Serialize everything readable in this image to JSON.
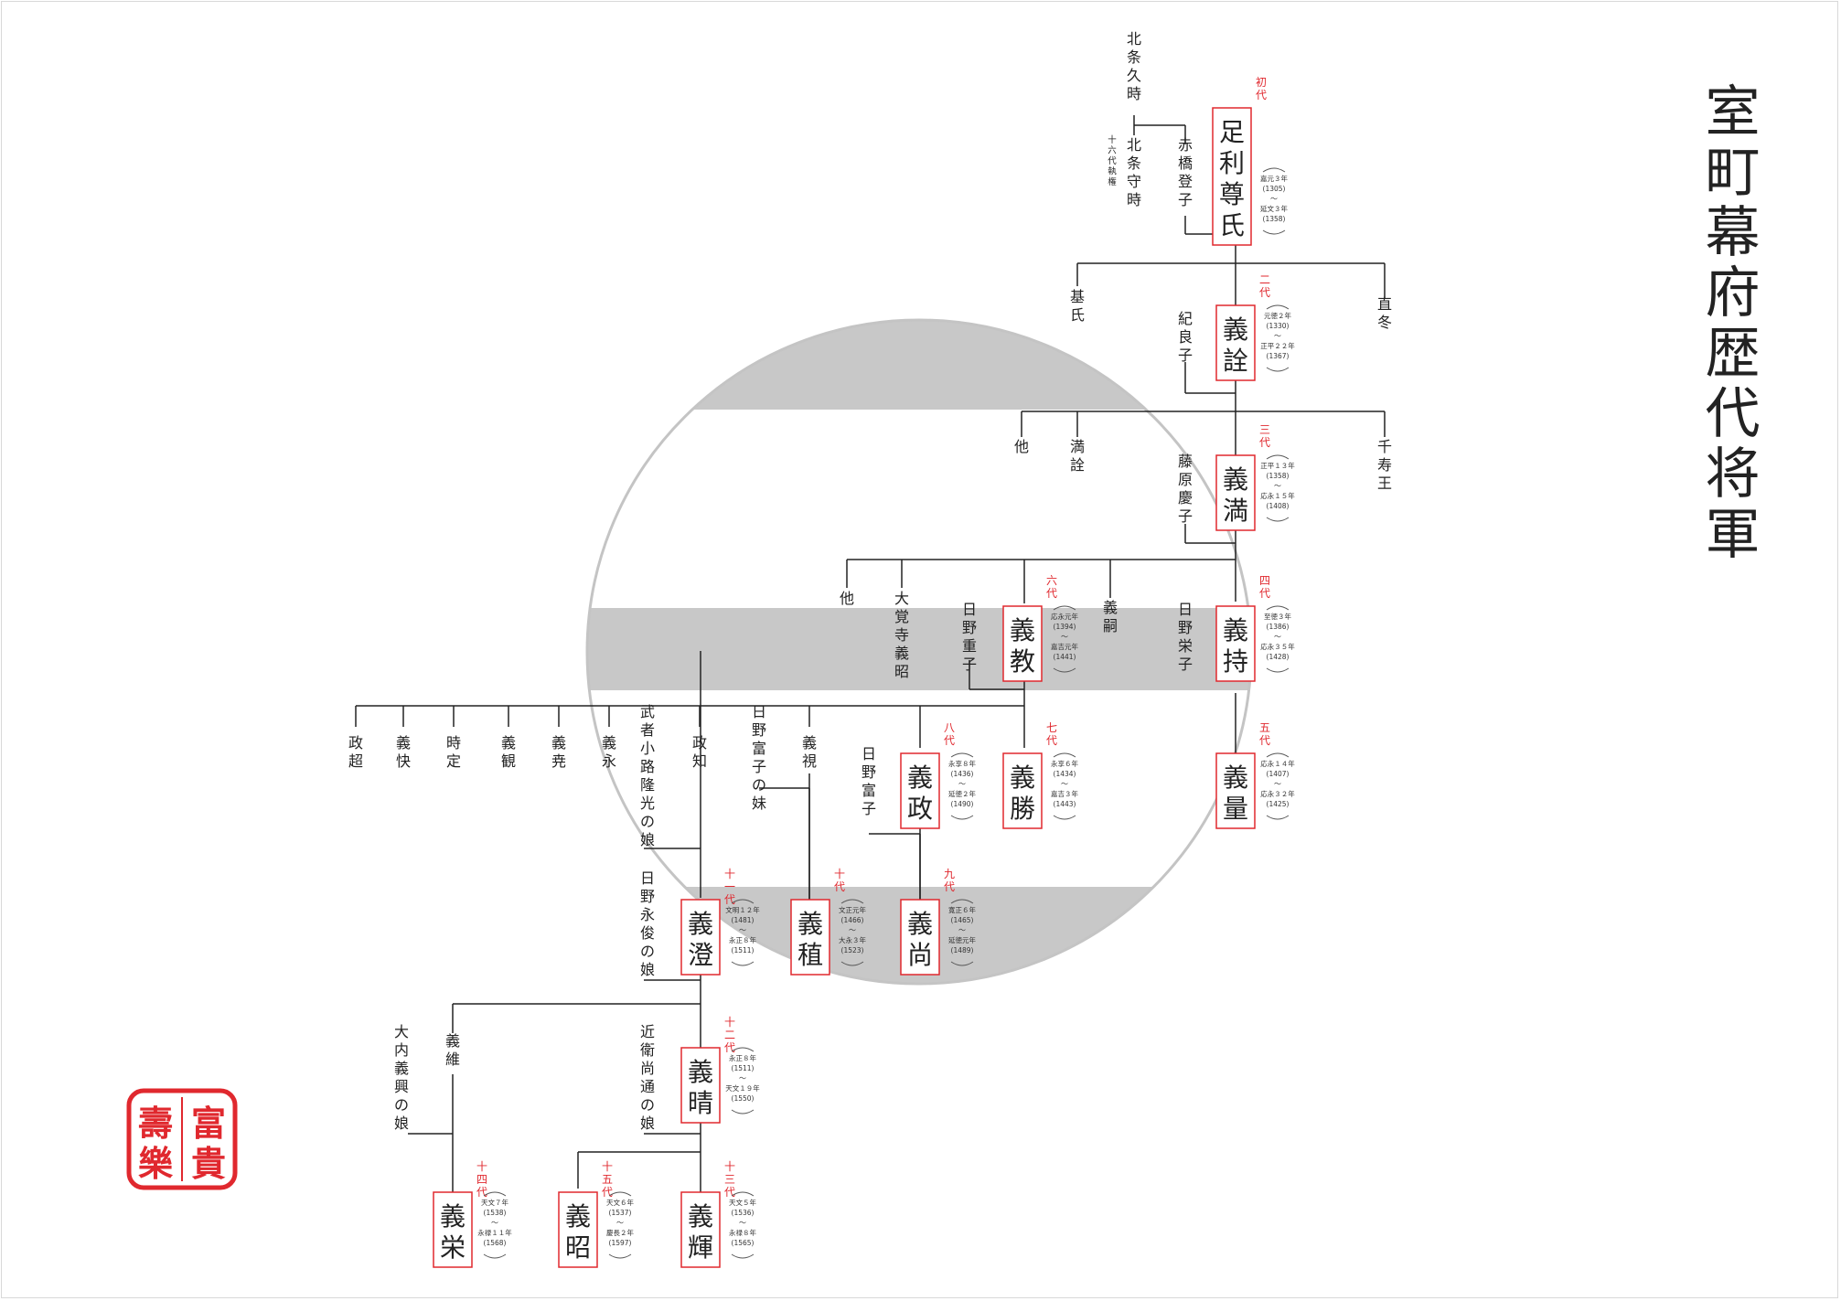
{
  "title": "室町幕府歴代将軍",
  "colors": {
    "line": "#222222",
    "accent": "#e0282e",
    "band": "#c8c8c8",
    "ring": "#c4c4c4",
    "text": "#222222"
  },
  "seal": {
    "chars": [
      "富",
      "貴",
      "樂",
      "壽"
    ],
    "icon": "seal-stamp-icon"
  },
  "shoguns": [
    {
      "id": "s1",
      "name": "足利尊氏",
      "gen": "初代",
      "from": "嘉元３年",
      "from_y": "(1305)",
      "to": "延文３年",
      "to_y": "(1358)"
    },
    {
      "id": "s2",
      "name": "義詮",
      "gen": "二代",
      "from": "元徳２年",
      "from_y": "(1330)",
      "to": "正平２２年",
      "to_y": "(1367)"
    },
    {
      "id": "s3",
      "name": "義満",
      "gen": "三代",
      "from": "正平１３年",
      "from_y": "(1358)",
      "to": "応永１５年",
      "to_y": "(1408)"
    },
    {
      "id": "s4",
      "name": "義持",
      "gen": "四代",
      "from": "至徳３年",
      "from_y": "(1386)",
      "to": "応永３５年",
      "to_y": "(1428)"
    },
    {
      "id": "s5",
      "name": "義量",
      "gen": "五代",
      "from": "応永１４年",
      "from_y": "(1407)",
      "to": "応永３２年",
      "to_y": "(1425)"
    },
    {
      "id": "s6",
      "name": "義教",
      "gen": "六代",
      "from": "応永元年",
      "from_y": "(1394)",
      "to": "嘉吉元年",
      "to_y": "(1441)"
    },
    {
      "id": "s7",
      "name": "義勝",
      "gen": "七代",
      "from": "永享６年",
      "from_y": "(1434)",
      "to": "嘉吉３年",
      "to_y": "(1443)"
    },
    {
      "id": "s8",
      "name": "義政",
      "gen": "八代",
      "from": "永享８年",
      "from_y": "(1436)",
      "to": "延徳２年",
      "to_y": "(1490)"
    },
    {
      "id": "s9",
      "name": "義尚",
      "gen": "九代",
      "from": "寛正６年",
      "from_y": "(1465)",
      "to": "延徳元年",
      "to_y": "(1489)"
    },
    {
      "id": "s10",
      "name": "義稙",
      "gen": "十代",
      "from": "文正元年",
      "from_y": "(1466)",
      "to": "大永３年",
      "to_y": "(1523)"
    },
    {
      "id": "s11",
      "name": "義澄",
      "gen": "十一代",
      "from": "文明１２年",
      "from_y": "(1481)",
      "to": "永正８年",
      "to_y": "(1511)"
    },
    {
      "id": "s12",
      "name": "義晴",
      "gen": "十二代",
      "from": "永正８年",
      "from_y": "(1511)",
      "to": "天文１９年",
      "to_y": "(1550)"
    },
    {
      "id": "s13",
      "name": "義輝",
      "gen": "十三代",
      "from": "天文５年",
      "from_y": "(1536)",
      "to": "永禄８年",
      "to_y": "(1565)"
    },
    {
      "id": "s14",
      "name": "義栄",
      "gen": "十四代",
      "from": "天文７年",
      "from_y": "(1538)",
      "to": "永禄１１年",
      "to_y": "(1568)"
    },
    {
      "id": "s15",
      "name": "義昭",
      "gen": "十五代",
      "from": "天文６年",
      "from_y": "(1537)",
      "to": "慶長２年",
      "to_y": "(1597)"
    }
  ],
  "persons": [
    {
      "id": "hojo-hisatoki",
      "name": "北条久時"
    },
    {
      "id": "hojo-moritoki",
      "name": "北条守時",
      "note": "十六代執権"
    },
    {
      "id": "akahashi-toshiko",
      "name": "赤橋登子"
    },
    {
      "id": "motouji",
      "name": "基氏"
    },
    {
      "id": "tadafuyu",
      "name": "直冬"
    },
    {
      "id": "kiyoshiko",
      "name": "紀良子"
    },
    {
      "id": "ta1",
      "name": "他"
    },
    {
      "id": "mitsuakira",
      "name": "満詮"
    },
    {
      "id": "senjuo",
      "name": "千寿王"
    },
    {
      "id": "fujiwara-yoshiko",
      "name": "藤原慶子"
    },
    {
      "id": "ta2",
      "name": "他"
    },
    {
      "id": "daikakuji-gisho",
      "name": "大覚寺義昭"
    },
    {
      "id": "hino-shigeko",
      "name": "日野重子"
    },
    {
      "id": "yoshitsugu",
      "name": "義嗣"
    },
    {
      "id": "hino-eiko",
      "name": "日野栄子"
    },
    {
      "id": "masaoki",
      "name": "政超"
    },
    {
      "id": "gikai",
      "name": "義快"
    },
    {
      "id": "jijo",
      "name": "時定"
    },
    {
      "id": "gikan",
      "name": "義観"
    },
    {
      "id": "gigyo",
      "name": "義尭"
    },
    {
      "id": "gisho2",
      "name": "義永"
    },
    {
      "id": "mushanokoji",
      "name": "武者小路隆光の娘"
    },
    {
      "id": "masatomo",
      "name": "政知"
    },
    {
      "id": "hino-tomiko-sister",
      "name": "日野富子の妹"
    },
    {
      "id": "yoshimi",
      "name": "義視"
    },
    {
      "id": "hino-tomiko",
      "name": "日野富子"
    },
    {
      "id": "hino-nagatoshi",
      "name": "日野永俊の娘"
    },
    {
      "id": "ouchi",
      "name": "大内義興の娘"
    },
    {
      "id": "yoshitsuna",
      "name": "義維"
    },
    {
      "id": "konoe",
      "name": "近衛尚通の娘"
    }
  ]
}
